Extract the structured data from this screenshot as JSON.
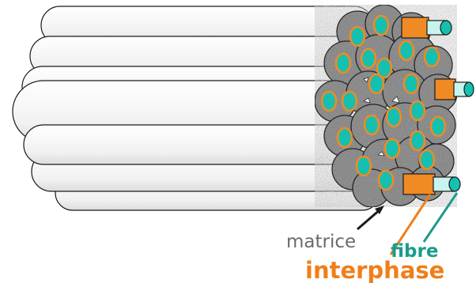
{
  "labels": {
    "matrice": "matrice",
    "fibre": "fibre",
    "interphase": "interphase"
  },
  "colors": {
    "matrice_label": "#6b6b6b",
    "fibre_label": "#1a9c8c",
    "interphase_label": "#f07e1a",
    "fibre_fill": "#15c0b0",
    "interphase_fill": "#f08a24",
    "matrix_fill": "#9a9a9a",
    "rod_fill": "#f4f4f4",
    "outline": "#1a1a1a"
  }
}
